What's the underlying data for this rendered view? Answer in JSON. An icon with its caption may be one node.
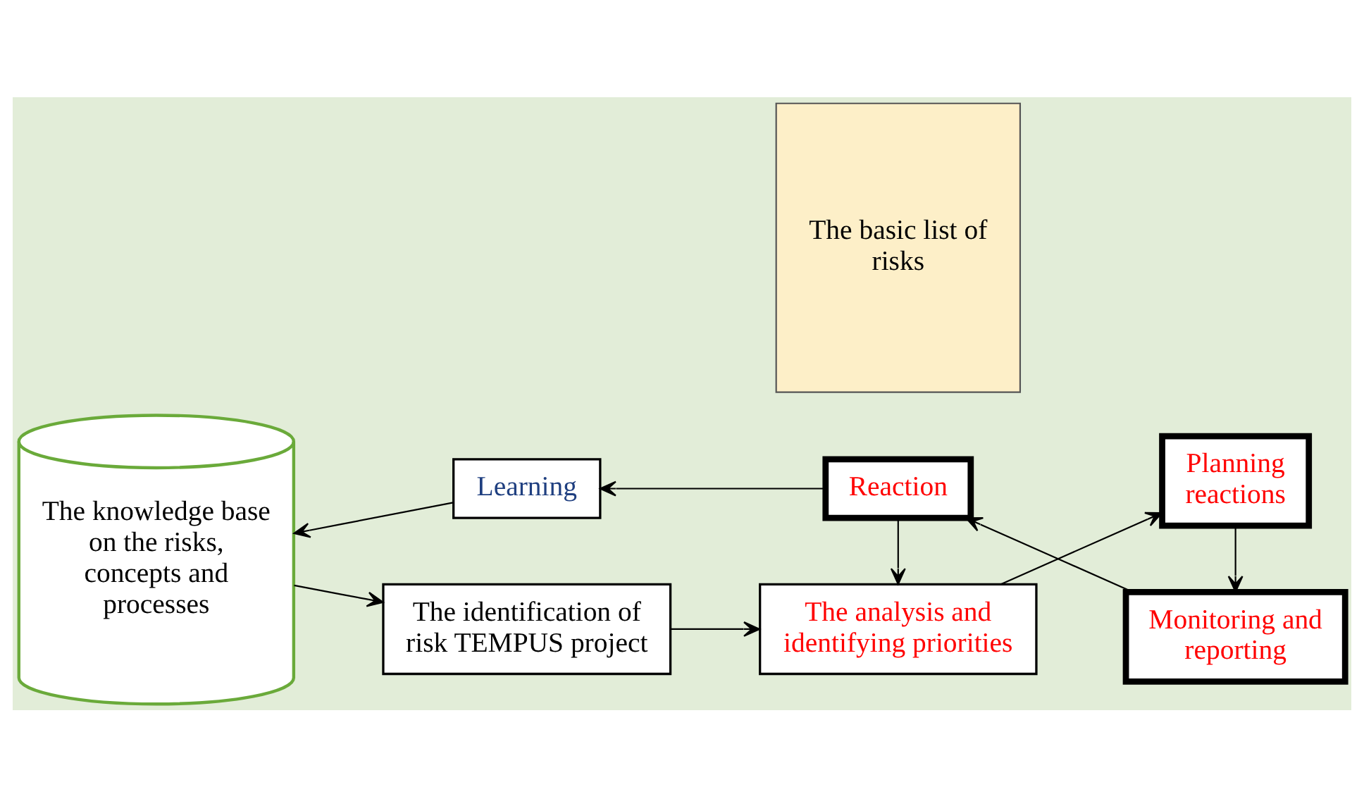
{
  "diagram": {
    "nodes": [
      {
        "text": [
          "The knowledge base on the risks, concepts and processes"
        ]
      },
      {
        "text": [
          "The identification of risk TEMPUS project"
        ]
      },
      {
        "text": [
          "The analysis and identifying priorities"
        ]
      },
      {
        "text": [
          "The basic list of risks"
        ]
      },
      {
        "text": [
          "Planning reactions"
        ]
      },
      {
        "text": [
          "Monitoring and reporting"
        ]
      },
      {
        "text": [
          "Reaction"
        ]
      },
      {
        "text": [
          "Learning"
        ]
      }
    ],
    "edges": [
      {
        "from": 0,
        "to": 1,
        "arrow": "to"
      },
      {
        "from": 1,
        "to": 2,
        "arrow": "to"
      },
      {
        "from": 2,
        "to": 4,
        "arrow": "to"
      },
      {
        "from": 4,
        "to": 5,
        "arrow": "to"
      },
      {
        "from": 5,
        "to": 6,
        "arrow": "to"
      },
      {
        "from": 6,
        "to": 2,
        "arrow": "to"
      },
      {
        "from": 6,
        "to": 7,
        "arrow": "to"
      },
      {
        "from": 7,
        "to": 0,
        "arrow": "to"
      }
    ]
  }
}
